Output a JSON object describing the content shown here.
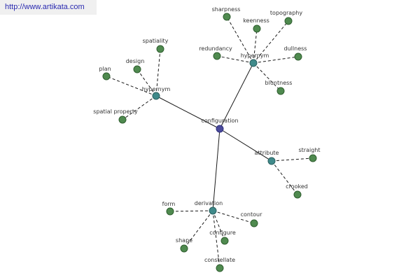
{
  "watermark": {
    "url": "http://www.artikata.com"
  },
  "colors": {
    "leaf_node": "#4f8a4f",
    "hub_node": "#3f8a8a",
    "center_node": "#4a4a9a",
    "edge": "#1a1a1a",
    "watermark_text": "#2a2ab0",
    "watermark_bg": "#f0f0f0"
  },
  "graph": {
    "nodes": [
      {
        "id": "configuration",
        "label": "configuration",
        "kind": "center"
      },
      {
        "id": "hypernym_a",
        "label": "hypernym",
        "kind": "hub"
      },
      {
        "id": "hypernym_b",
        "label": "hypernym",
        "kind": "hub"
      },
      {
        "id": "attribute",
        "label": "attribute",
        "kind": "hub"
      },
      {
        "id": "derivation",
        "label": "derivation",
        "kind": "hub"
      },
      {
        "id": "spatiality",
        "label": "spatiality",
        "kind": "leaf"
      },
      {
        "id": "plan",
        "label": "plan",
        "kind": "leaf"
      },
      {
        "id": "design",
        "label": "design",
        "kind": "leaf"
      },
      {
        "id": "spatial_property",
        "label": "spatial property",
        "kind": "leaf"
      },
      {
        "id": "sharpness",
        "label": "sharpness",
        "kind": "leaf"
      },
      {
        "id": "keenness",
        "label": "keenness",
        "kind": "leaf"
      },
      {
        "id": "topography",
        "label": "topography",
        "kind": "leaf"
      },
      {
        "id": "redundancy",
        "label": "redundancy",
        "kind": "leaf"
      },
      {
        "id": "dullness",
        "label": "dullness",
        "kind": "leaf"
      },
      {
        "id": "bluntness",
        "label": "bluntness",
        "kind": "leaf"
      },
      {
        "id": "straight",
        "label": "straight",
        "kind": "leaf"
      },
      {
        "id": "crooked",
        "label": "crooked",
        "kind": "leaf"
      },
      {
        "id": "form",
        "label": "form",
        "kind": "leaf"
      },
      {
        "id": "contour",
        "label": "contour",
        "kind": "leaf"
      },
      {
        "id": "configure",
        "label": "configure",
        "kind": "leaf"
      },
      {
        "id": "shape",
        "label": "shape",
        "kind": "leaf"
      },
      {
        "id": "constellate",
        "label": "constellate",
        "kind": "leaf"
      }
    ],
    "edges": [
      {
        "from": "configuration",
        "to": "hypernym_a",
        "style": "solid"
      },
      {
        "from": "configuration",
        "to": "hypernym_b",
        "style": "solid"
      },
      {
        "from": "configuration",
        "to": "attribute",
        "style": "solid"
      },
      {
        "from": "configuration",
        "to": "derivation",
        "style": "solid"
      },
      {
        "from": "hypernym_a",
        "to": "spatiality",
        "style": "dashed"
      },
      {
        "from": "hypernym_a",
        "to": "plan",
        "style": "dashed"
      },
      {
        "from": "hypernym_a",
        "to": "design",
        "style": "dashed"
      },
      {
        "from": "hypernym_a",
        "to": "spatial_property",
        "style": "dashed"
      },
      {
        "from": "hypernym_b",
        "to": "sharpness",
        "style": "dashed"
      },
      {
        "from": "hypernym_b",
        "to": "keenness",
        "style": "dashed"
      },
      {
        "from": "hypernym_b",
        "to": "topography",
        "style": "dashed"
      },
      {
        "from": "hypernym_b",
        "to": "redundancy",
        "style": "dashed"
      },
      {
        "from": "hypernym_b",
        "to": "dullness",
        "style": "dashed"
      },
      {
        "from": "hypernym_b",
        "to": "bluntness",
        "style": "dashed"
      },
      {
        "from": "attribute",
        "to": "straight",
        "style": "dashed"
      },
      {
        "from": "attribute",
        "to": "crooked",
        "style": "dashed"
      },
      {
        "from": "derivation",
        "to": "form",
        "style": "dashed"
      },
      {
        "from": "derivation",
        "to": "contour",
        "style": "dashed"
      },
      {
        "from": "derivation",
        "to": "configure",
        "style": "dashed"
      },
      {
        "from": "derivation",
        "to": "shape",
        "style": "dashed"
      },
      {
        "from": "derivation",
        "to": "constellate",
        "style": "dashed"
      }
    ]
  }
}
